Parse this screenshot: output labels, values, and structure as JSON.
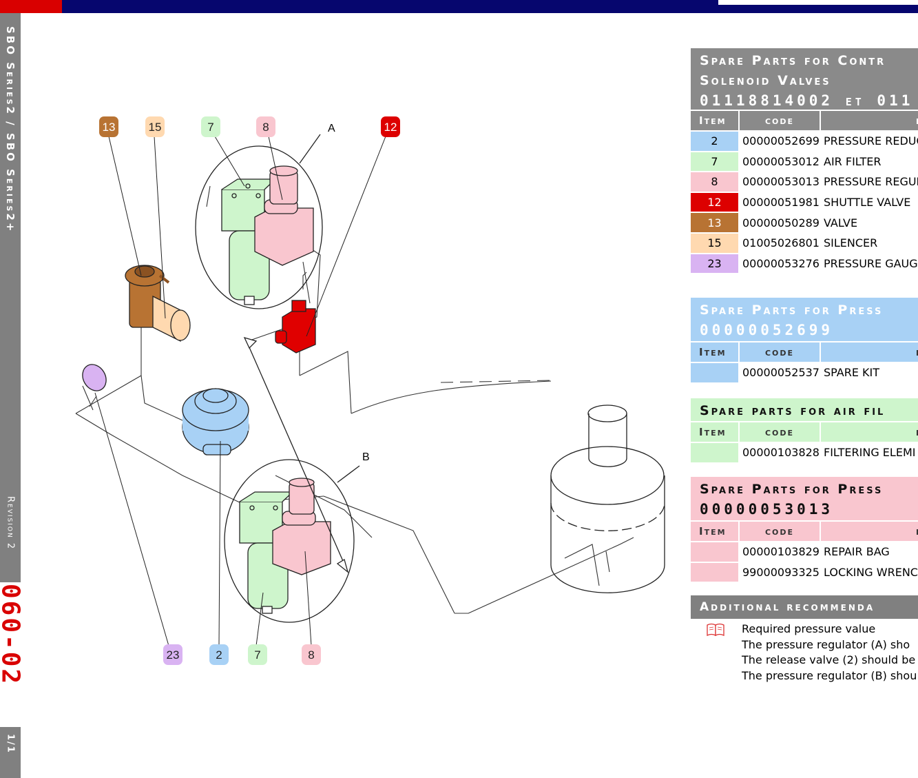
{
  "header": {
    "series": "SBO Series2 / SBO Series2+",
    "revision": "Revision 2",
    "doc_number": "060-02",
    "page": "1/1"
  },
  "diagram": {
    "callouts": [
      {
        "label": "13",
        "color": "#b87333"
      },
      {
        "label": "15",
        "color": "#ffd9b0"
      },
      {
        "label": "7",
        "color": "#cef5cc"
      },
      {
        "label": "8",
        "color": "#f9c6cf"
      },
      {
        "label": "12",
        "color": "#dd0000"
      },
      {
        "label": "23",
        "color": "#d9b3f2"
      },
      {
        "label": "2",
        "color": "#a8d1f5"
      },
      {
        "label": "7",
        "color": "#cef5cc"
      },
      {
        "label": "8",
        "color": "#f9c6cf"
      }
    ],
    "letter_a": "A",
    "letter_b": "B"
  },
  "tables": {
    "control": {
      "title1": "Spare Parts for Contr",
      "title2": "Solenoid Valves",
      "title3": "01118814002 et 011",
      "col_item": "Item",
      "col_code": "code",
      "col_desc": "de",
      "color": "#8a8a8a",
      "rows": [
        {
          "item": "2",
          "code": "00000052699",
          "desc": "PRESSURE REDUC",
          "color": "#a8d1f5"
        },
        {
          "item": "7",
          "code": "00000053012",
          "desc": "AIR FILTER",
          "color": "#cef5cc"
        },
        {
          "item": "8",
          "code": "00000053013",
          "desc": "PRESSURE REGUL",
          "color": "#f9c6cf"
        },
        {
          "item": "12",
          "code": "00000051981",
          "desc": "SHUTTLE VALVE",
          "color": "#dd0000"
        },
        {
          "item": "13",
          "code": "00000050289",
          "desc": "VALVE",
          "color": "#b87333"
        },
        {
          "item": "15",
          "code": "01005026801",
          "desc": "SILENCER",
          "color": "#ffd9b0"
        },
        {
          "item": "23",
          "code": "00000053276",
          "desc": "PRESSURE GAUG",
          "color": "#d9b3f2"
        }
      ]
    },
    "pressure_reducer": {
      "title1": "Spare Parts for Press",
      "title2": "00000052699",
      "col_item": "Item",
      "col_code": "code",
      "col_desc": "de",
      "color": "#a8d1f5",
      "rows": [
        {
          "item": "",
          "code": "00000052537",
          "desc": "SPARE KIT"
        }
      ]
    },
    "air_filter": {
      "title1": "Spare parts for air fil",
      "col_item": "Item",
      "col_code": "code",
      "col_desc": "de",
      "color": "#cef5cc",
      "rows": [
        {
          "item": "",
          "code": "00000103828",
          "desc": "FILTERING ELEMI"
        }
      ]
    },
    "pressure_regulator": {
      "title1": "Spare Parts for Press",
      "title2": "00000053013",
      "col_item": "Item",
      "col_code": "code",
      "col_desc": "de",
      "color": "#f9c6cf",
      "rows": [
        {
          "item": "",
          "code": "00000103829",
          "desc": "REPAIR BAG"
        },
        {
          "item": "",
          "code": "99000093325",
          "desc": "LOCKING WRENC"
        }
      ]
    }
  },
  "recommendations": {
    "title": "Additional recommenda",
    "icon": "book-icon",
    "lines": [
      "Required pressure value",
      "The pressure regulator (A) sho",
      "The release valve (2) should be",
      "The pressure regulator (B) shou"
    ]
  }
}
